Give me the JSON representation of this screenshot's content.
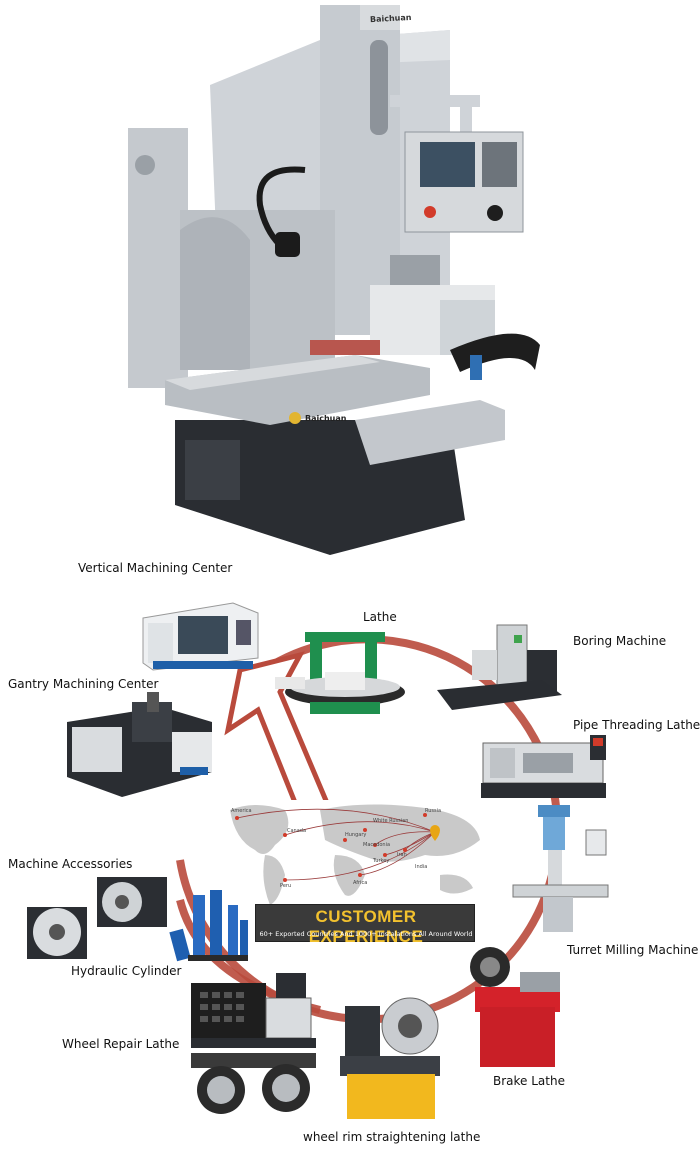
{
  "hero": {
    "brand": "Baichuan",
    "product_label": "Vertical Machining Center"
  },
  "diagram": {
    "banner_title": "CUSTOMER EXPERIENCE",
    "banner_subtitle": "60+ Exported Countries And 1000+ Instalations All Around World",
    "arrow_color": "#b94a3c",
    "banner_color": "#f2c12e",
    "machines": [
      {
        "key": "lathe",
        "label": "Lathe"
      },
      {
        "key": "boring",
        "label": "Boring Machine"
      },
      {
        "key": "pipe",
        "label": "Pipe Threading Lathe"
      },
      {
        "key": "turret",
        "label": "Turret Milling Machine"
      },
      {
        "key": "brake",
        "label": "Brake Lathe"
      },
      {
        "key": "wheelrim",
        "label": "wheel rim straightening lathe"
      },
      {
        "key": "wheelrepair",
        "label": "Wheel Repair Lathe"
      },
      {
        "key": "hydraulic",
        "label": "Hydraulic Cylinder"
      },
      {
        "key": "accessories",
        "label": "Machine Accessories"
      },
      {
        "key": "gantry",
        "label": "Gantry Machining Center"
      }
    ],
    "map_cities": [
      "America",
      "Canada",
      "Hungary",
      "White Russian",
      "Russia",
      "Macedonia",
      "Turkey",
      "Iran",
      "India",
      "Africa",
      "Peru"
    ]
  }
}
